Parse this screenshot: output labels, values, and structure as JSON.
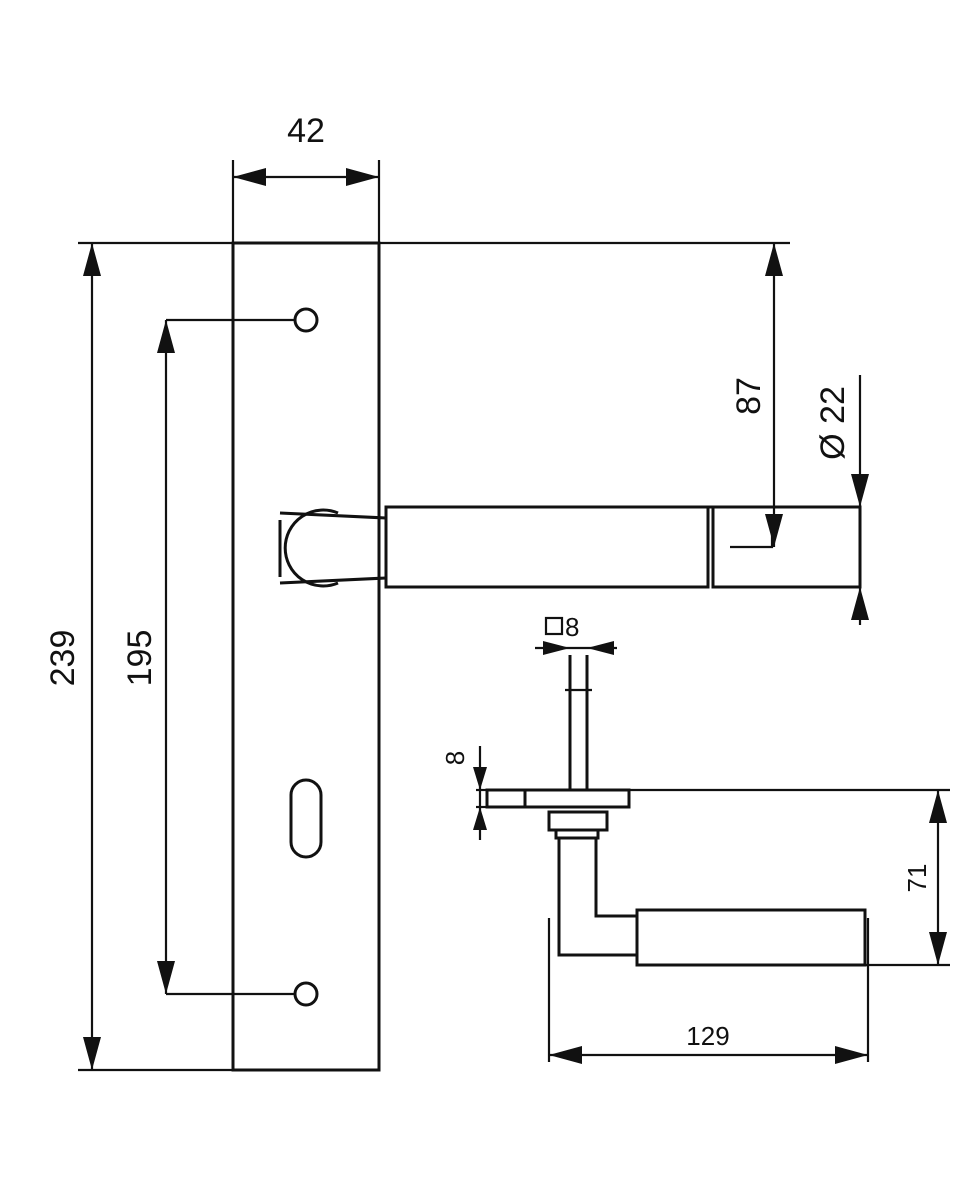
{
  "dimensions": {
    "plate_width": "42",
    "total_height": "239",
    "hole_spacing": "195",
    "lever_offset": "87",
    "lever_diameter": "Ø 22",
    "spindle_square": "8",
    "rose_thickness": "8",
    "lever_projection": "71",
    "lever_length": "129"
  },
  "symbols": {
    "spindle_square": "square-symbol"
  }
}
